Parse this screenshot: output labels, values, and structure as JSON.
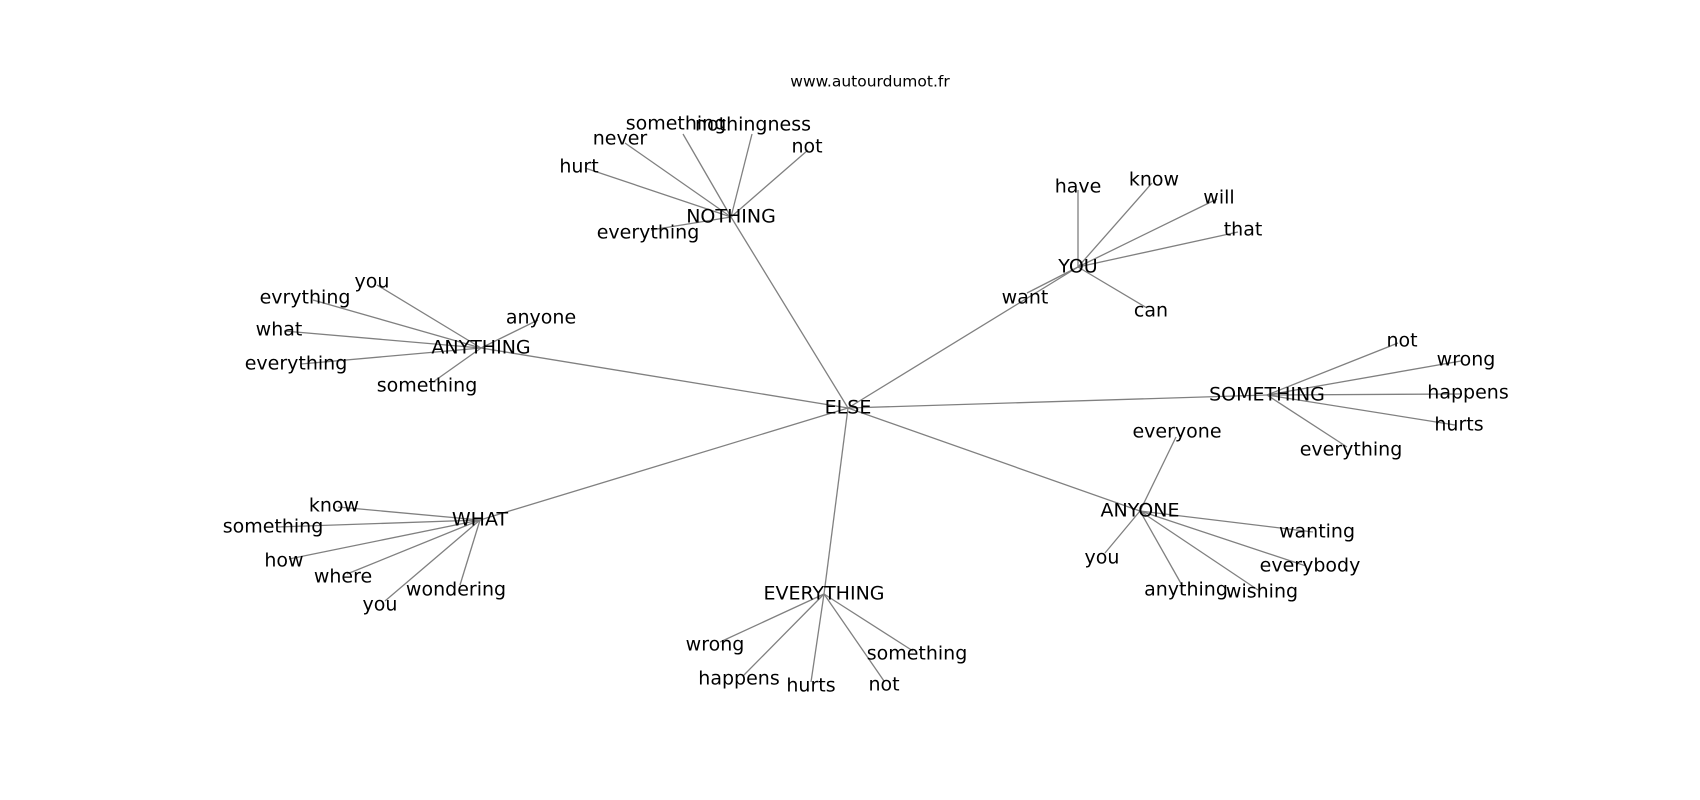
{
  "watermark": "www.autourdumot.fr",
  "graph": {
    "center": "ELSE",
    "hubs": [
      {
        "id": "NOTHING",
        "label": "NOTHING",
        "children": [
          "something",
          "nothingness",
          "never",
          "not",
          "hurt",
          "everything"
        ]
      },
      {
        "id": "YOU",
        "label": "YOU",
        "children": [
          "have",
          "know",
          "will",
          "that",
          "want",
          "can"
        ]
      },
      {
        "id": "ANYTHING",
        "label": "ANYTHING",
        "children": [
          "you",
          "evrything",
          "what",
          "everything",
          "anyone",
          "something"
        ]
      },
      {
        "id": "SOMETHING",
        "label": "SOMETHING",
        "children": [
          "not",
          "wrong",
          "happens",
          "hurts",
          "everything"
        ]
      },
      {
        "id": "ANYONE",
        "label": "ANYONE",
        "children": [
          "everyone",
          "wanting",
          "everybody",
          "you",
          "anything",
          "wishing"
        ]
      },
      {
        "id": "WHAT",
        "label": "WHAT",
        "children": [
          "know",
          "something",
          "how",
          "where",
          "wondering",
          "you"
        ]
      },
      {
        "id": "EVERYTHING",
        "label": "EVERYTHING",
        "children": [
          "wrong",
          "happens",
          "hurts",
          "something",
          "not"
        ]
      }
    ]
  },
  "colors": {
    "edge": "#808080",
    "text": "#000000",
    "background": "#ffffff"
  }
}
